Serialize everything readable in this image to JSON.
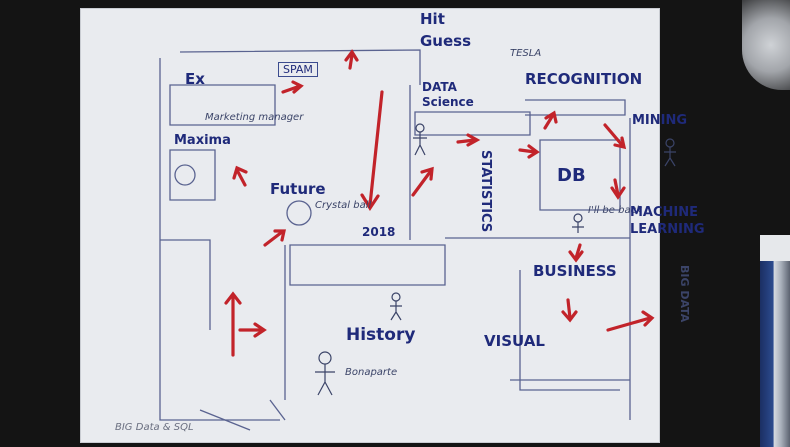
{
  "labels": {
    "hit": "Hit",
    "guess": "Guess",
    "tesla": "TESLA",
    "recognition": "RECOGNITION",
    "data": "DATA",
    "science": "Science",
    "ex": "Ex",
    "marketing_manager": "Marketing manager",
    "spam": "SPAM",
    "maxima": "Maxima",
    "future": "Future",
    "crystal_ball": "Crystal ball",
    "year": "2018",
    "statistics": "STATISTICS",
    "db": "DB",
    "ill_be_back": "I'll be back",
    "mining": "MINING",
    "machine": "MACHINE",
    "learning": "LEARNING",
    "business": "BUSINESS",
    "visual": "VISUAL",
    "history": "History",
    "bonaparte": "Bonaparte",
    "big_data": "BIG DATA",
    "bottom_note": "BIG Data & SQL"
  },
  "colors": {
    "paper": "#e9ebef",
    "ink_blue": "#1f2a7a",
    "ink_red": "#c2232a",
    "background": "#141414"
  }
}
